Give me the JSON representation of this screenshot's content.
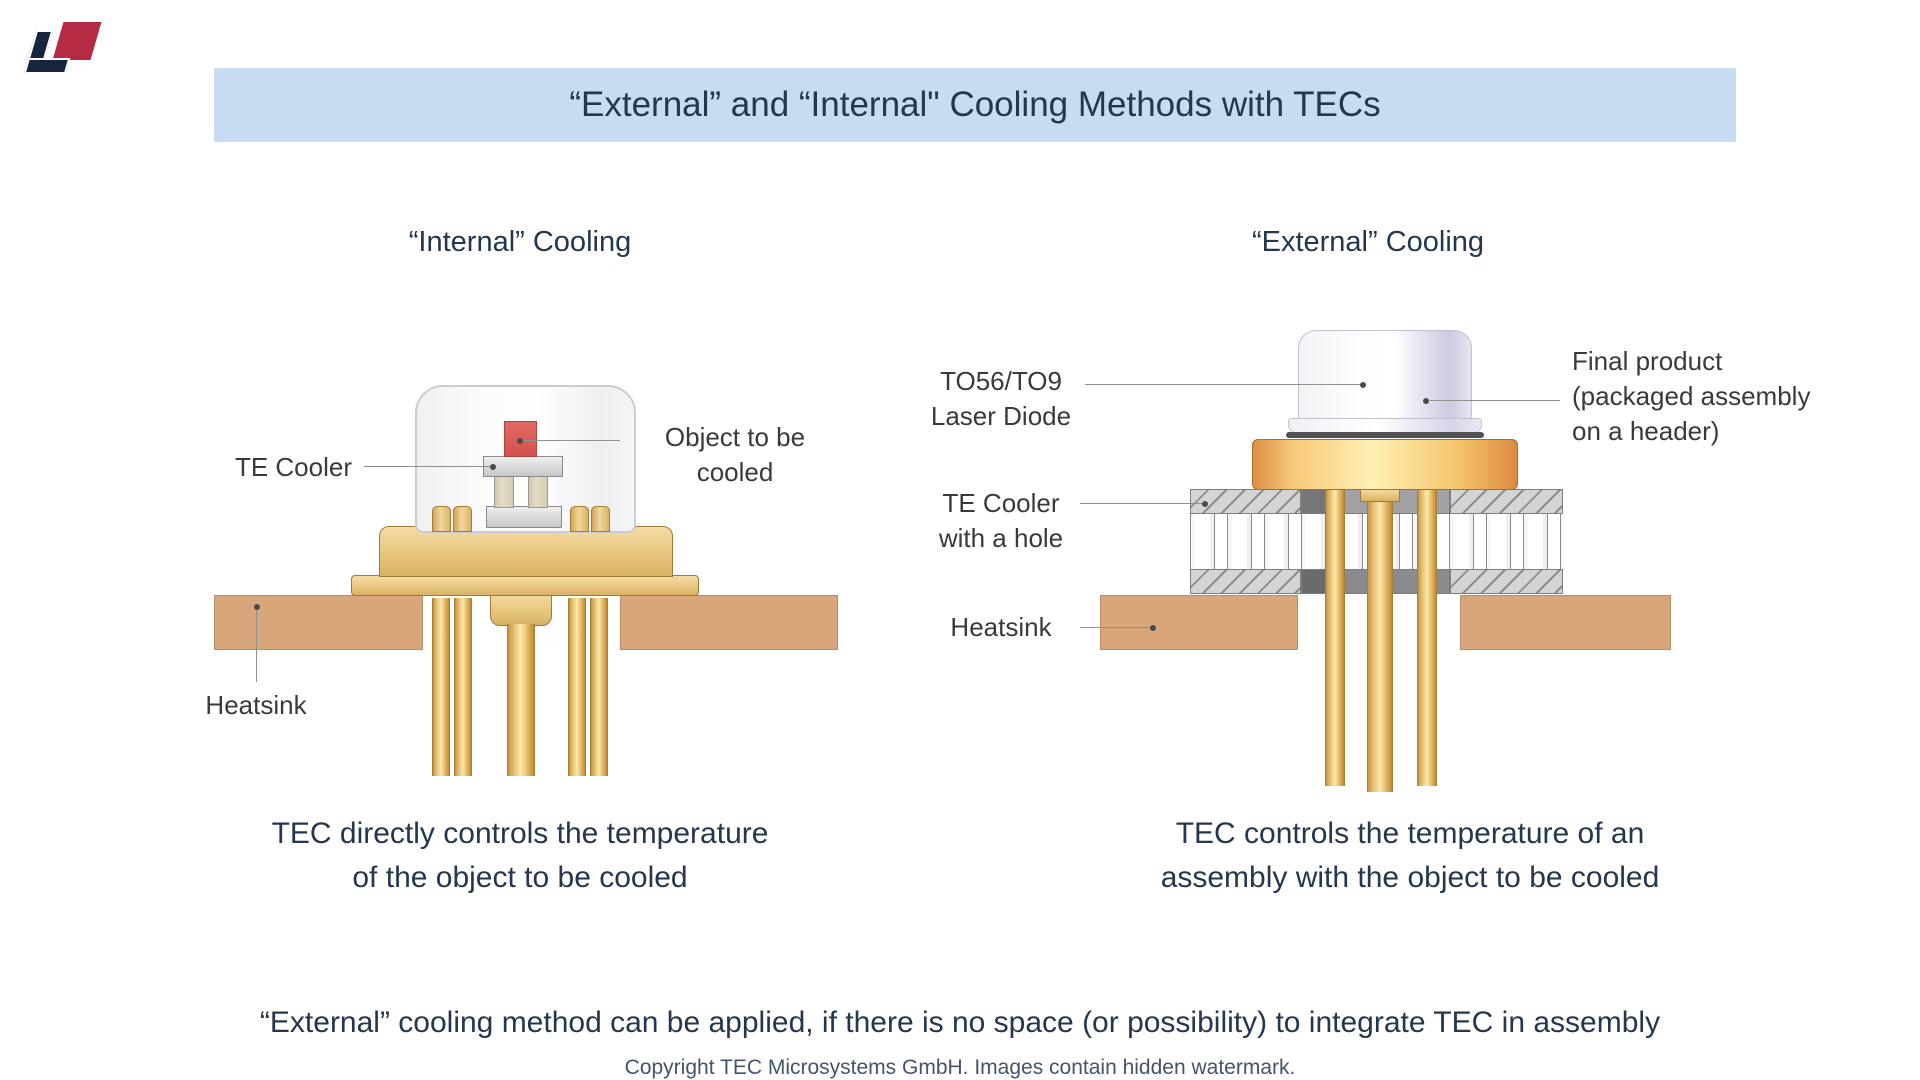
{
  "title": {
    "text": "“External” and “Internal\" Cooling Methods with TECs"
  },
  "panels": {
    "internal": {
      "heading": "“Internal” Cooling",
      "labels": {
        "te_cooler": "TE Cooler",
        "object_line1": "Object to be",
        "object_line2": "cooled",
        "heatsink": "Heatsink"
      },
      "caption_line1": "TEC directly controls the temperature",
      "caption_line2": "of the object to be cooled"
    },
    "external": {
      "heading": "“External” Cooling",
      "labels": {
        "laser_line1": "TO56/TO9",
        "laser_line2": "Laser Diode",
        "product_line1": "Final product",
        "product_line2": "(packaged assembly",
        "product_line3": "on a header)",
        "tec_line1": "TE Cooler",
        "tec_line2": "with a hole",
        "heatsink": "Heatsink"
      },
      "caption_line1": "TEC controls the temperature of an",
      "caption_line2": "assembly with the object to be cooled"
    }
  },
  "footer": {
    "note": "“External” cooling method can be applied, if there is no space (or possibility) to integrate TEC in assembly",
    "copyright": "Copyright TEC Microsystems GmbH. Images contain hidden watermark."
  },
  "colors": {
    "title_bar_bg": "#C7DBF3",
    "heading_text": "#25364E",
    "label_text": "#3A3A3C",
    "gold": "#E9C67F",
    "header_orange": "#F0A95E",
    "heatsink_tan": "#D9A67C",
    "object_red": "#D85A55",
    "cap_lavender": "#D6CFE6",
    "leader_line": "#909090",
    "logo_navy": "#16243D",
    "logo_red": "#B52B43"
  }
}
